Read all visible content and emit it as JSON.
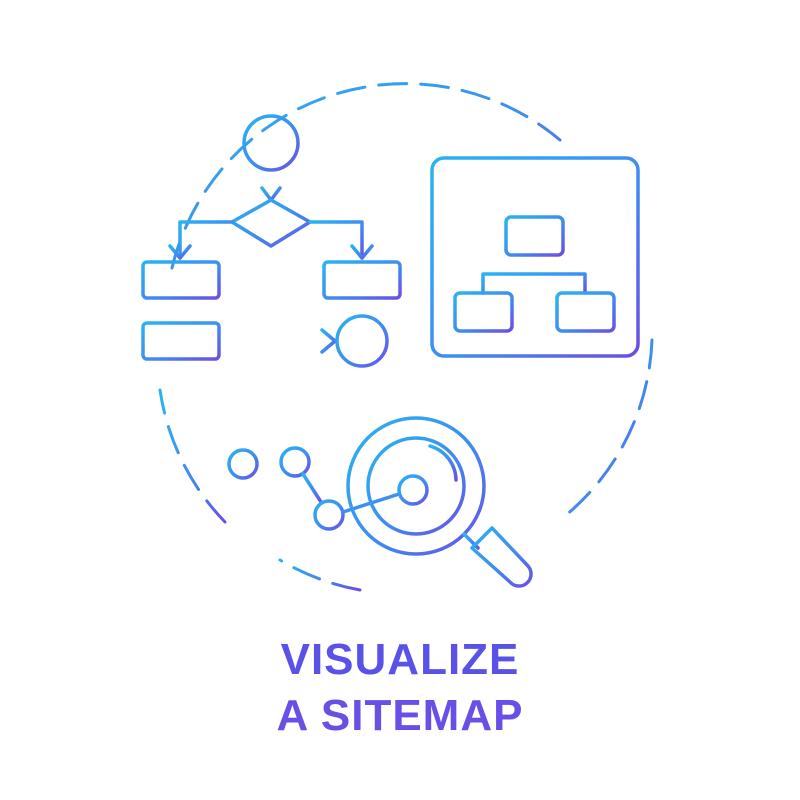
{
  "caption": {
    "line1": "VISUALIZE",
    "line2": "A SITEMAP"
  },
  "colors": {
    "gradient_start": "#2ab3f0",
    "gradient_mid": "#3f8cf0",
    "gradient_end": "#6a4fe6",
    "text": "#5a52e8",
    "background": "#ffffff"
  },
  "icons": [
    "dashed-ring",
    "flowchart-icon",
    "browser-sitemap-icon",
    "connected-nodes-icon",
    "magnifying-glass-icon"
  ]
}
